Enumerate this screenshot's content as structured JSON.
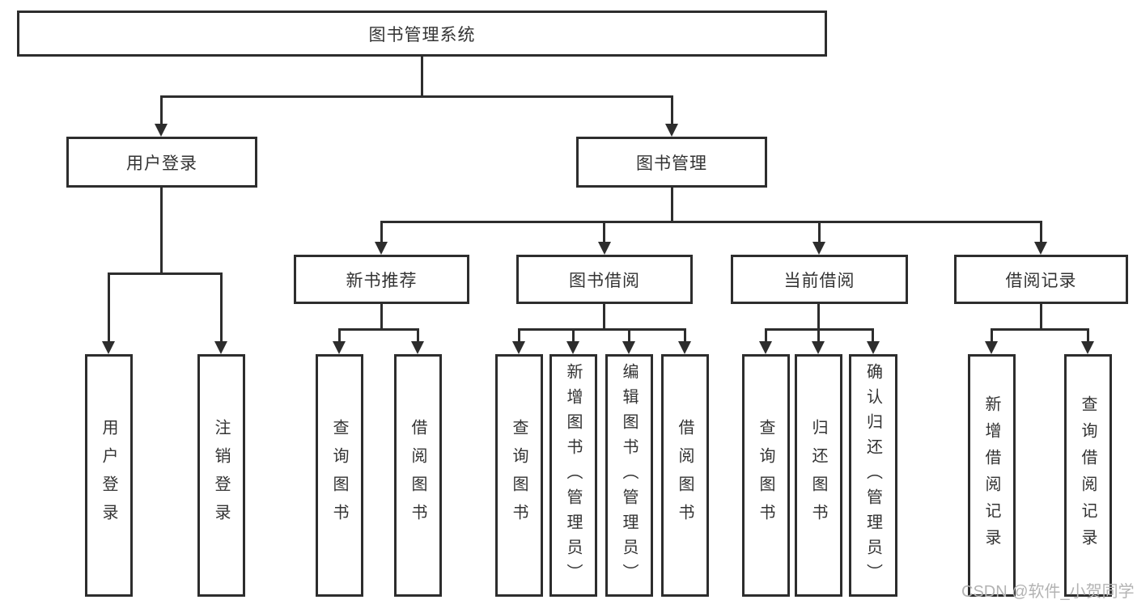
{
  "tree": {
    "root": {
      "label": "图书管理系统"
    },
    "children": [
      {
        "label": "用户登录",
        "children": [
          {
            "label": "用户登录"
          },
          {
            "label": "注销登录"
          }
        ]
      },
      {
        "label": "图书管理",
        "children": [
          {
            "label": "新书推荐",
            "children": [
              {
                "label": "查询图书"
              },
              {
                "label": "借阅图书"
              }
            ]
          },
          {
            "label": "图书借阅",
            "children": [
              {
                "label": "查询图书"
              },
              {
                "label": "新增图书（管理员）"
              },
              {
                "label": "编辑图书（管理员）"
              },
              {
                "label": "借阅图书"
              }
            ]
          },
          {
            "label": "当前借阅",
            "children": [
              {
                "label": "查询图书"
              },
              {
                "label": "归还图书"
              },
              {
                "label": "确认归还（管理员）"
              }
            ]
          },
          {
            "label": "借阅记录",
            "children": [
              {
                "label": "新增借阅记录"
              },
              {
                "label": "查询借阅记录"
              }
            ]
          }
        ]
      }
    ]
  },
  "watermark": {
    "text": "CSDN @软件_小贺同学"
  },
  "colors": {
    "line": "#2d2d2d",
    "text": "#333333",
    "watermark": "#b3b3b3",
    "background": "#ffffff"
  }
}
